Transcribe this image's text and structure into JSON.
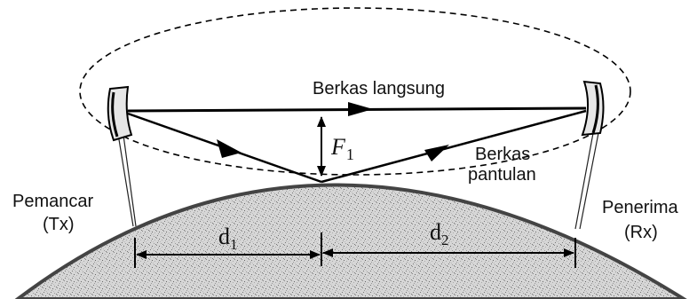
{
  "labels": {
    "direct_beam": "Berkas langsung",
    "reflected_beam_line1": "Berkas",
    "reflected_beam_line2": "pantulan",
    "fresnel_zone": "F",
    "fresnel_zone_sub": "1",
    "transmitter_line1": "Pemancar",
    "transmitter_line2": "(Tx)",
    "receiver_line1": "Penerima",
    "receiver_line2": "(Rx)",
    "distance_1": "d",
    "distance_1_sub": "1",
    "distance_2": "d",
    "distance_2_sub": "2"
  }
}
